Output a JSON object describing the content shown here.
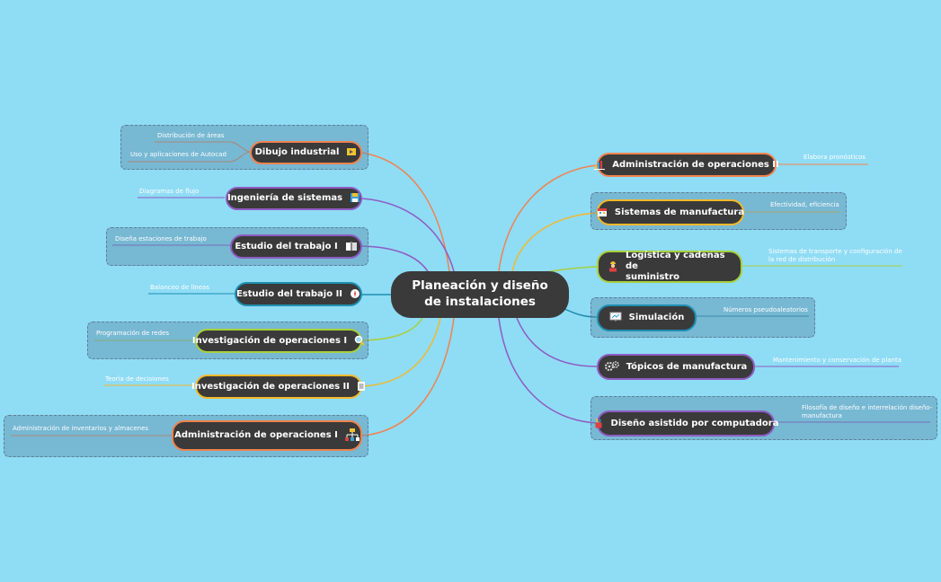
{
  "central": {
    "line1": "Planeación y diseño",
    "line2": "de instalaciones"
  },
  "left": [
    {
      "label": "Dibujo industrial",
      "icon": "film-icon",
      "color": "#f0834f",
      "leaves": [
        "Distribución de áreas",
        "Uso y aplicaciones de Autocad"
      ]
    },
    {
      "label": "Ingeniería de sistemas",
      "icon": "floppy-icon",
      "color": "#8e5cc2",
      "leaves": [
        "Diagramas de flujo"
      ]
    },
    {
      "label": "Estudio del trabajo I",
      "icon": "book-icon",
      "color": "#8e5cc2",
      "leaves": [
        "Diseña estaciones de trabajo"
      ]
    },
    {
      "label": "Estudio del trabajo II",
      "icon": "compass-icon",
      "color": "#1e8fb0",
      "leaves": [
        "Balanceo de líneas"
      ]
    },
    {
      "label": "Investigación de operaciones I",
      "icon": "magnifier-icon",
      "color": "#a8d03a",
      "leaves": [
        "Programación de redes"
      ]
    },
    {
      "label": "Investigación de operaciones II",
      "icon": "document-icon",
      "color": "#f2b92b",
      "leaves": [
        "Teoría de decisiones"
      ]
    },
    {
      "label": "Administración de operaciones I",
      "icon": "org-chart-icon",
      "color": "#f0834f",
      "leaves": [
        "Administración de inventarios y almacenes"
      ]
    }
  ],
  "right": [
    {
      "label": "Administración de operaciones II",
      "icon": "bar-chart-icon",
      "color": "#f0834f",
      "leaves": [
        "Elabora pronósticos"
      ]
    },
    {
      "label": "Sistemas de manufactura",
      "icon": "calendar-icon",
      "color": "#f2b92b",
      "leaves": [
        "Efectividad, eficiencia"
      ]
    },
    {
      "label1": "Logística y cadenas de",
      "label2": "suministro",
      "icon": "worker-icon",
      "color": "#a8d03a",
      "leaves": [
        "Sistemas de transporte y configuración de",
        "la red de distribución"
      ]
    },
    {
      "label": "Simulación",
      "icon": "presentation-icon",
      "color": "#1e8fb0",
      "leaves": [
        "Números pseudoaleatorios"
      ]
    },
    {
      "label": "Tópicos de manufactura",
      "icon": "gears-icon",
      "color": "#8e5cc2",
      "leaves": [
        "Mantenimiento y conservación de planta"
      ]
    },
    {
      "label": "Diseño asistido por computadora",
      "icon": "pen-cup-icon",
      "color": "#8e5cc2",
      "leaves": [
        "Filosofía de diseño e interrelación diseño-",
        "manufactura"
      ]
    }
  ]
}
